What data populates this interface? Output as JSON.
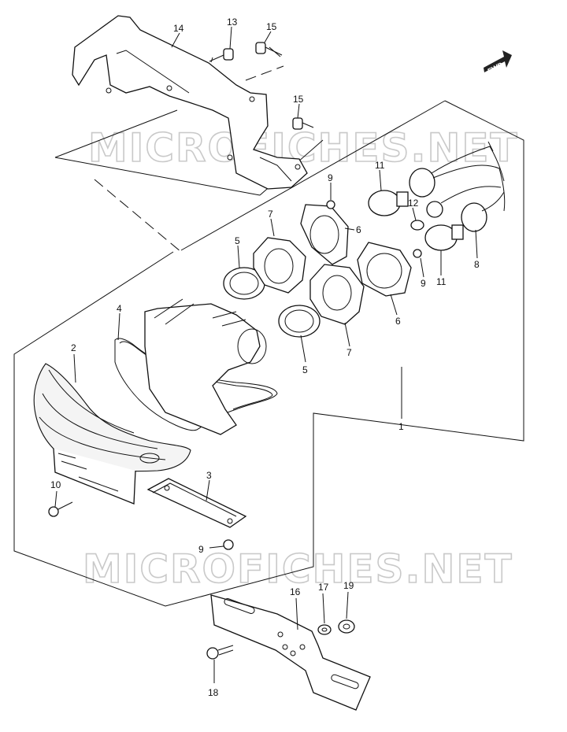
{
  "watermark": {
    "upper": "MICROFICHES.NET",
    "lower": "MICROFICHES.NET"
  },
  "direction_badge": "FWD",
  "callouts": [
    {
      "id": "c14",
      "text": "14"
    },
    {
      "id": "c13",
      "text": "13"
    },
    {
      "id": "c15a",
      "text": "15"
    },
    {
      "id": "c15b",
      "text": "15"
    },
    {
      "id": "c9a",
      "text": "9"
    },
    {
      "id": "c11a",
      "text": "11"
    },
    {
      "id": "c12",
      "text": "12"
    },
    {
      "id": "c7a",
      "text": "7"
    },
    {
      "id": "c6a",
      "text": "6"
    },
    {
      "id": "c5a",
      "text": "5"
    },
    {
      "id": "c8",
      "text": "8"
    },
    {
      "id": "c9b",
      "text": "9"
    },
    {
      "id": "c11b",
      "text": "11"
    },
    {
      "id": "c4",
      "text": "4"
    },
    {
      "id": "c6b",
      "text": "6"
    },
    {
      "id": "c7b",
      "text": "7"
    },
    {
      "id": "c2",
      "text": "2"
    },
    {
      "id": "c5b",
      "text": "5"
    },
    {
      "id": "c1",
      "text": "1"
    },
    {
      "id": "c3",
      "text": "3"
    },
    {
      "id": "c10",
      "text": "10"
    },
    {
      "id": "c9c",
      "text": "9"
    },
    {
      "id": "c16",
      "text": "16"
    },
    {
      "id": "c17",
      "text": "17"
    },
    {
      "id": "c19",
      "text": "19"
    },
    {
      "id": "c18",
      "text": "18"
    }
  ]
}
